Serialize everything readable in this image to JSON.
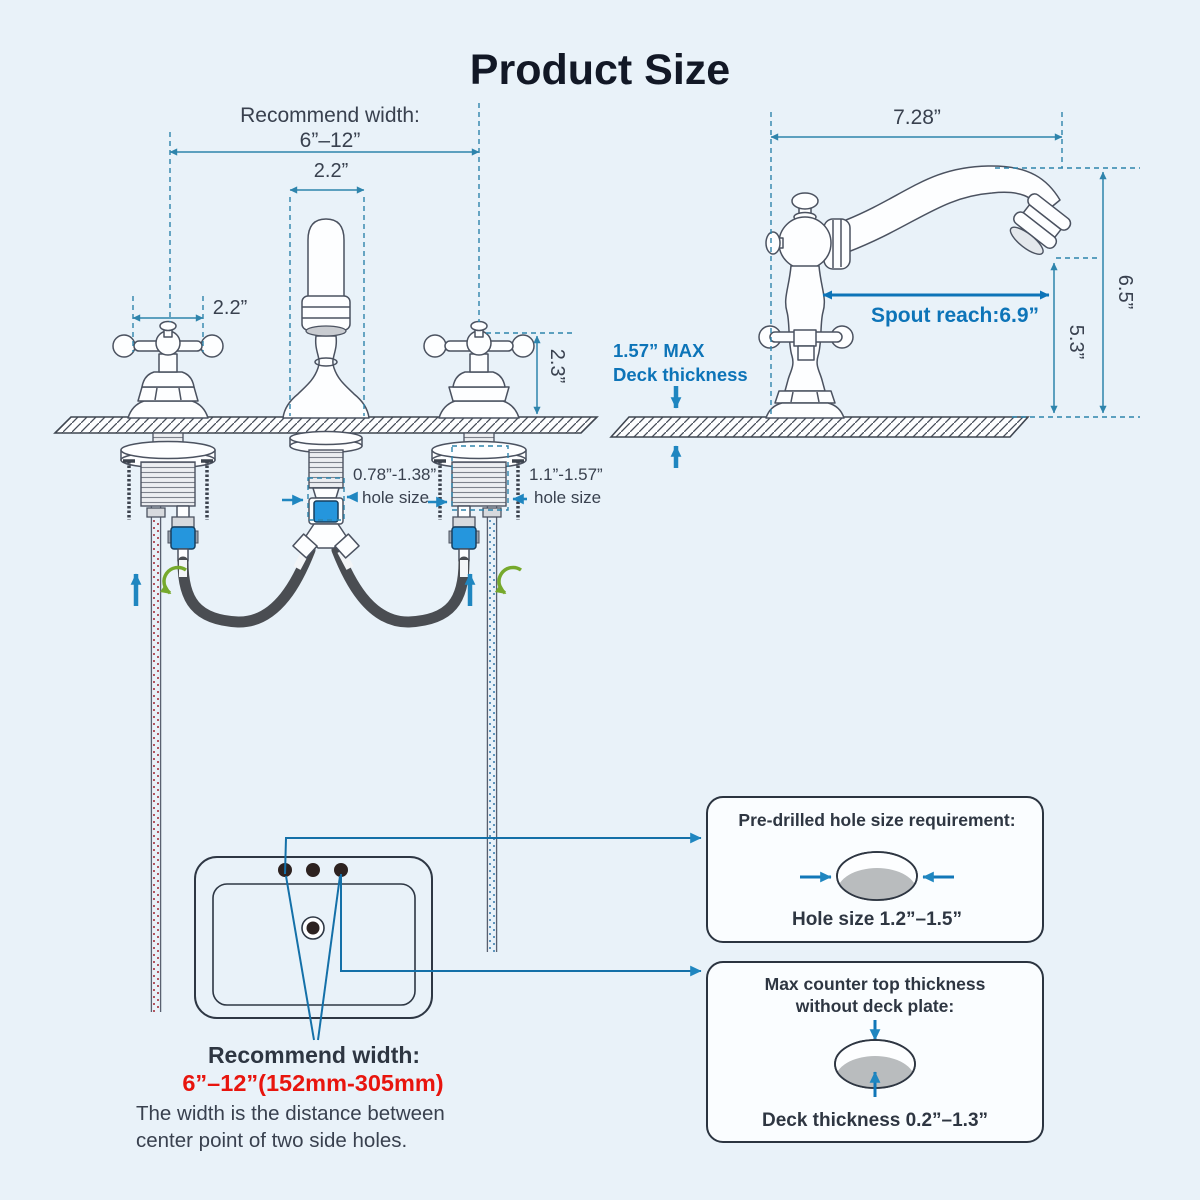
{
  "title": "Product Size",
  "front_view": {
    "recommend_width_label": "Recommend width:",
    "recommend_width_value": "6”–12”",
    "spout_width": "2.2”",
    "handle_width": "2.2”",
    "handle_height": "2.3”",
    "center_hole_size": "0.78”-1.38”",
    "center_hole_caption": "hole size",
    "side_hole_size": "1.1”-1.57”",
    "side_hole_caption": "hole size"
  },
  "side_view": {
    "overall_width": "7.28”",
    "overall_height": "6.5”",
    "outlet_height": "5.3”",
    "spout_reach": "Spout reach:6.9”",
    "deck_max_line1": "1.57” MAX",
    "deck_max_line2": "Deck thickness"
  },
  "sink_note": {
    "heading": "Recommend width:",
    "range": "6”–12”(152mm-305mm)",
    "desc_line1": "The width is the distance between",
    "desc_line2": "center point of two side holes."
  },
  "hole_box": {
    "title": "Pre-drilled hole size requirement:",
    "caption": "Hole size 1.2”–1.5”"
  },
  "deck_box": {
    "title_line1": "Max counter top thickness",
    "title_line2": "without deck plate:",
    "caption": "Deck thickness 0.2”–1.3”"
  },
  "colors": {
    "background": "#e9f2f9",
    "dimension_teal": "#2e84ac",
    "accent_blue": "#0d74b8",
    "accent_red": "#e8150e",
    "ink": "#39414f"
  }
}
